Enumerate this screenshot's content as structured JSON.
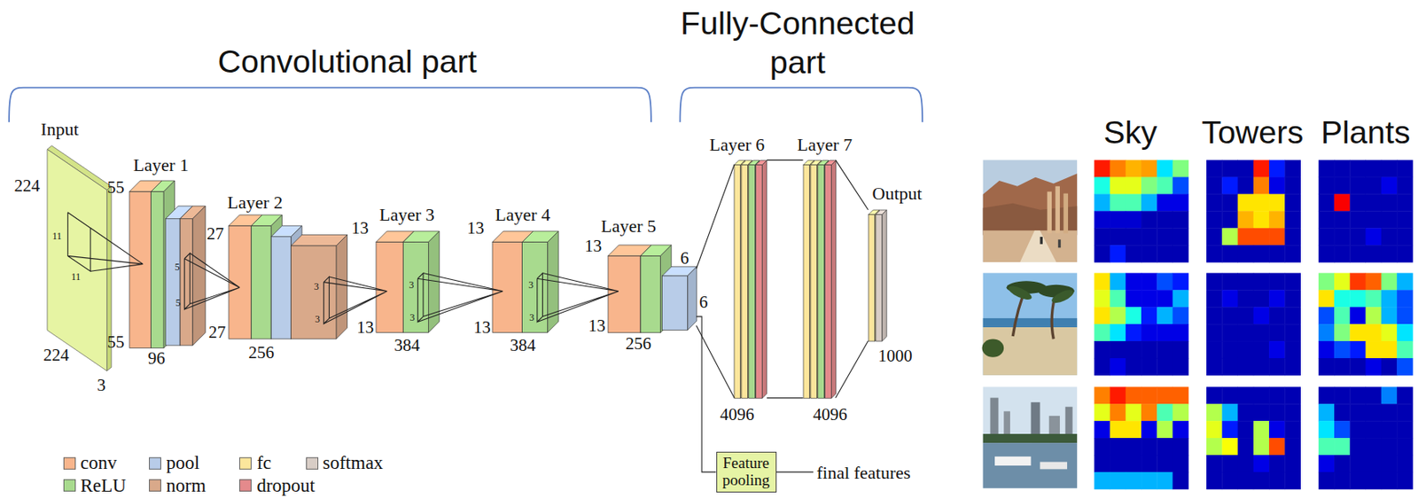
{
  "diagram": {
    "nodes": [
      {
        "text": [
          "Input"
        ]
      },
      {
        "text": [
          "Layer 1"
        ]
      },
      {
        "text": [
          "Layer 2"
        ]
      },
      {
        "text": [
          "Layer 3"
        ]
      },
      {
        "text": [
          "Layer 4"
        ]
      },
      {
        "text": [
          "Layer 5"
        ]
      },
      {
        "text": [
          "Layer 6"
        ]
      },
      {
        "text": [
          "Layer 7"
        ]
      },
      {
        "text": [
          "Output"
        ]
      },
      {
        "text": [
          "Feature pooling"
        ]
      }
    ],
    "edges": [
      {
        "from": 0,
        "to": 1,
        "arrow": "none"
      },
      {
        "from": 1,
        "to": 2,
        "arrow": "none"
      },
      {
        "from": 2,
        "to": 3,
        "arrow": "none"
      },
      {
        "from": 3,
        "to": 4,
        "arrow": "none"
      },
      {
        "from": 4,
        "to": 5,
        "arrow": "none"
      },
      {
        "from": 5,
        "to": 6,
        "arrow": "none"
      },
      {
        "from": 6,
        "to": 7,
        "arrow": "none"
      },
      {
        "from": 7,
        "to": 8,
        "arrow": "none"
      },
      {
        "from": 5,
        "to": 9,
        "arrow": "none"
      }
    ],
    "labels": [
      "Convolutional part",
      "Fully-Connected part",
      "224",
      "224",
      "3",
      "11",
      "11",
      "55",
      "55",
      "96",
      "27",
      "5",
      "5",
      "27",
      "256",
      "3",
      "3",
      "13",
      "13",
      "384",
      "3",
      "3",
      "13",
      "13",
      "384",
      "3",
      "3",
      "13",
      "13",
      "256",
      "6",
      "6",
      "4096",
      "4096",
      "1000",
      "final features",
      "Sky",
      "Towers",
      "Plants"
    ],
    "legend": [
      {
        "text": "conv",
        "color": "#f8b58c"
      },
      {
        "text": "pool",
        "color": "#b8cce8"
      },
      {
        "text": "fc",
        "color": "#fbe69c"
      },
      {
        "text": "softmax",
        "color": "#d8cdc6"
      },
      {
        "text": "ReLU",
        "color": "#a8da8e"
      },
      {
        "text": "norm",
        "color": "#d9a98a"
      },
      {
        "text": "dropout",
        "color": "#e48a8c"
      }
    ]
  }
}
